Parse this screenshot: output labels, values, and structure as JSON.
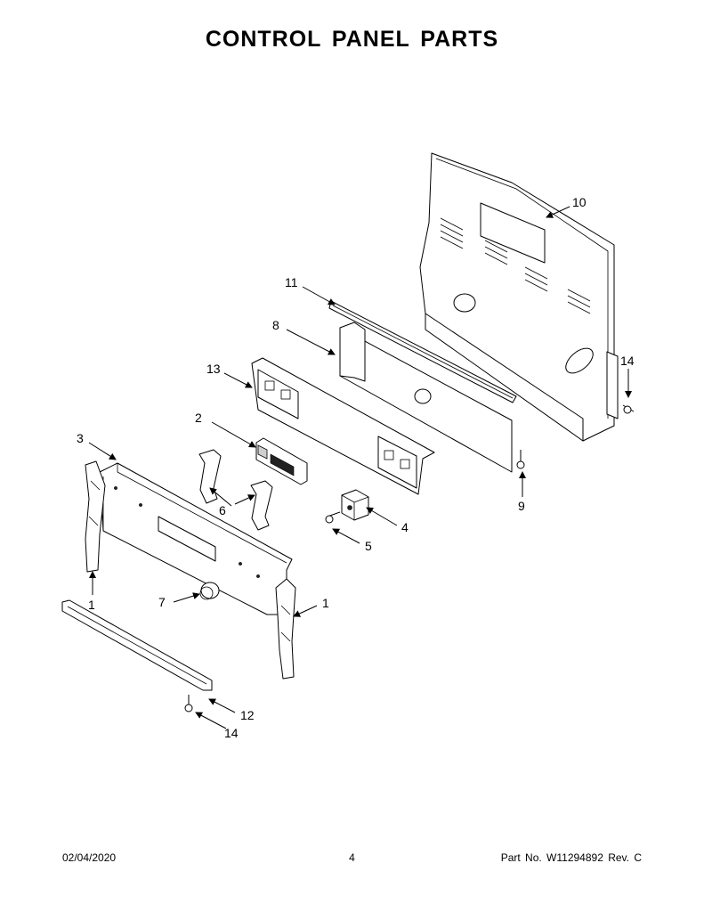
{
  "title": "CONTROL PANEL PARTS",
  "footer": {
    "date": "02/04/2020",
    "page": "4",
    "part_info": "Part No.  W11294892  Rev. C"
  },
  "callouts": [
    "10",
    "11",
    "8",
    "14",
    "13",
    "2",
    "9",
    "3",
    "6",
    "4",
    "5",
    "1",
    "7",
    "1",
    "12",
    "14"
  ]
}
